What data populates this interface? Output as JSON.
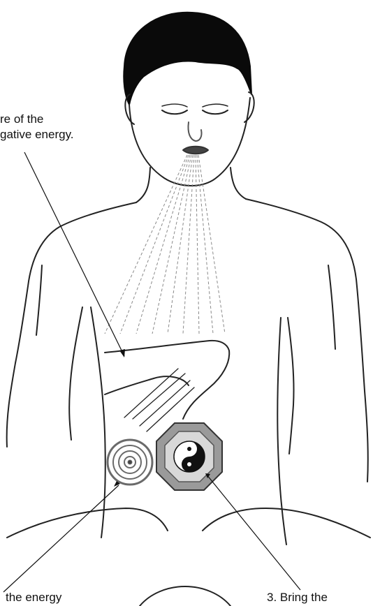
{
  "figure": {
    "callout_1": {
      "line1": "re of the",
      "line2": "gative energy."
    },
    "callout_2": {
      "text": "the energy"
    },
    "callout_3": {
      "text": "3. Bring the"
    },
    "colors": {
      "ink": "#111111",
      "shade": "#7a7a7a",
      "hair": "#0a0a0a",
      "background": "#ffffff"
    }
  }
}
